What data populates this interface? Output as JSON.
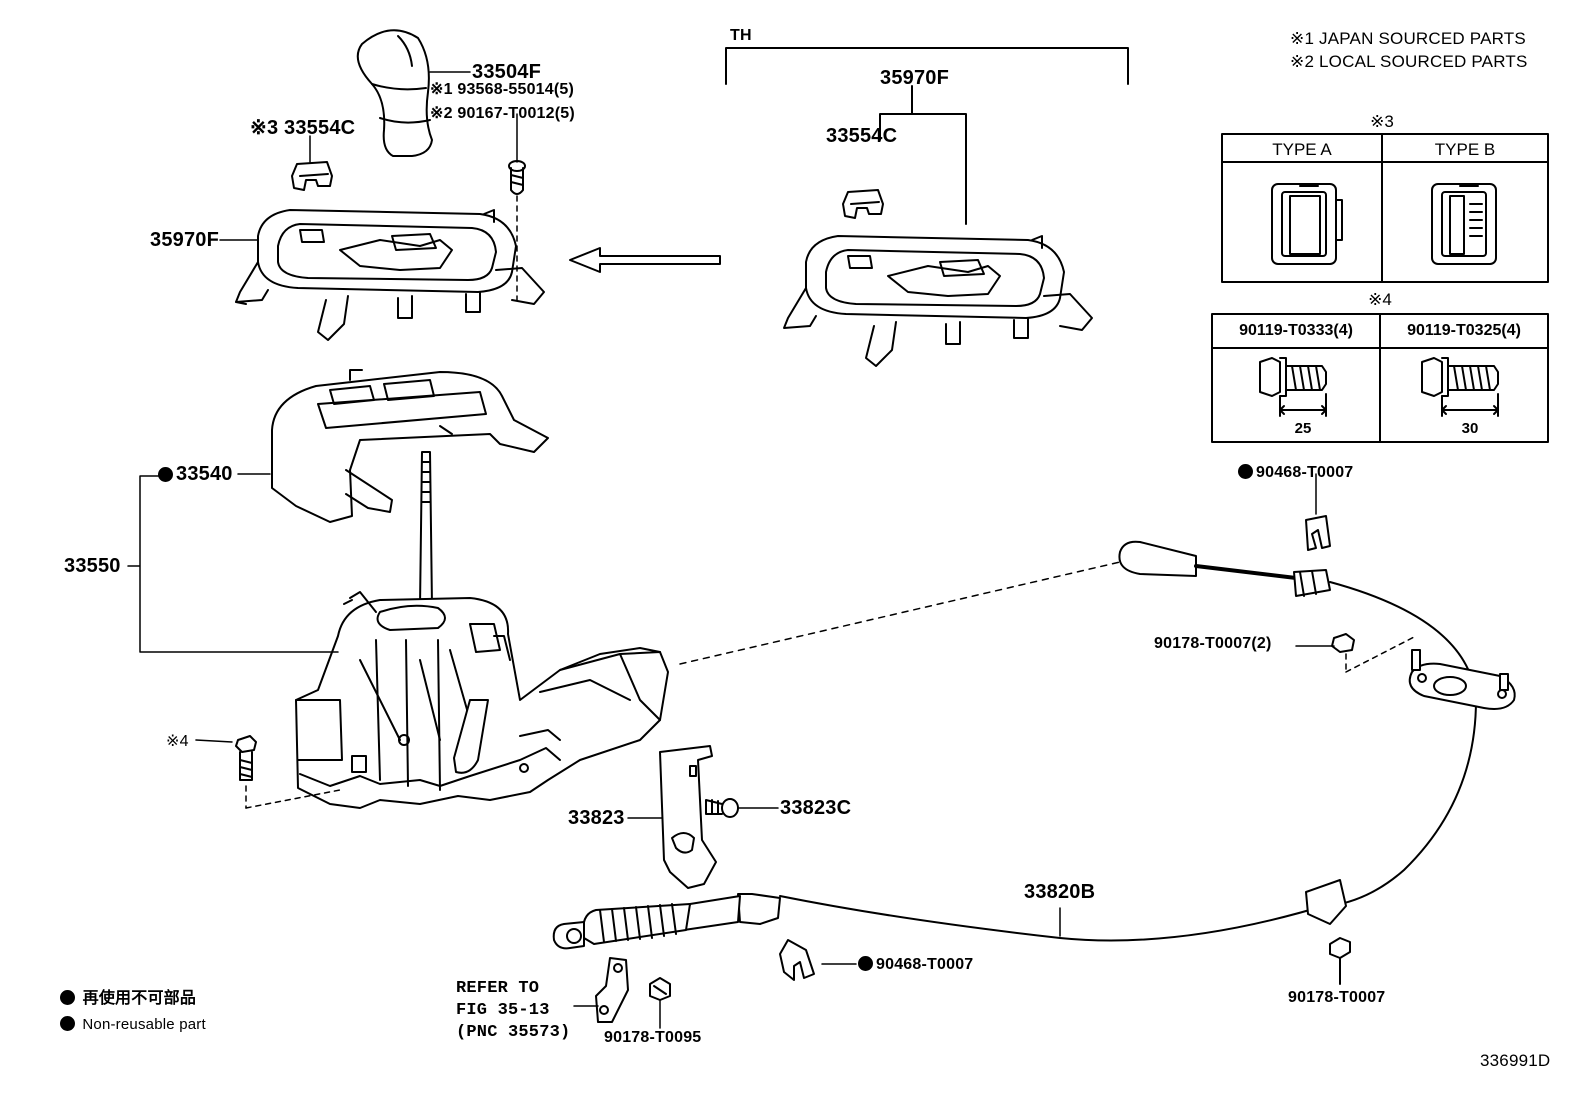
{
  "notes": {
    "japan": "※1 JAPAN SOURCED PARTS",
    "local": "※2 LOCAL SOURCED PARTS"
  },
  "th_label": "TH",
  "parts": {
    "p33504F": "33504F",
    "p93568": "※1 93568-55014(5)",
    "p90167": "※2 90167-T0012(5)",
    "p33554C_left": "※3 33554C",
    "p35970F_left": "35970F",
    "p35970F_right": "35970F",
    "p33554C_right": "33554C",
    "p33540": "33540",
    "p33550": "33550",
    "p4_bolt": "※4",
    "p33823": "33823",
    "p33823C": "33823C",
    "p33820B": "33820B",
    "p90468_top": "90468-T0007",
    "p90178_2": "90178-T0007(2)",
    "p90178_bottom": "90178-T0007",
    "p90468_bottom": "90468-T0007",
    "p90178_T0095": "90178-T0095",
    "refer": "REFER TO\nFIG 35-13\n(PNC 35573)"
  },
  "type_box": {
    "mark": "※3",
    "type_a": "TYPE A",
    "type_b": "TYPE B"
  },
  "bolt_box": {
    "mark": "※4",
    "left_part": "90119-T0333(4)",
    "right_part": "90119-T0325(4)",
    "left_length": "25",
    "right_length": "30"
  },
  "legend": {
    "jp": "再使用不可部品",
    "en": "Non-reusable part"
  },
  "diagram_id": "336991D"
}
